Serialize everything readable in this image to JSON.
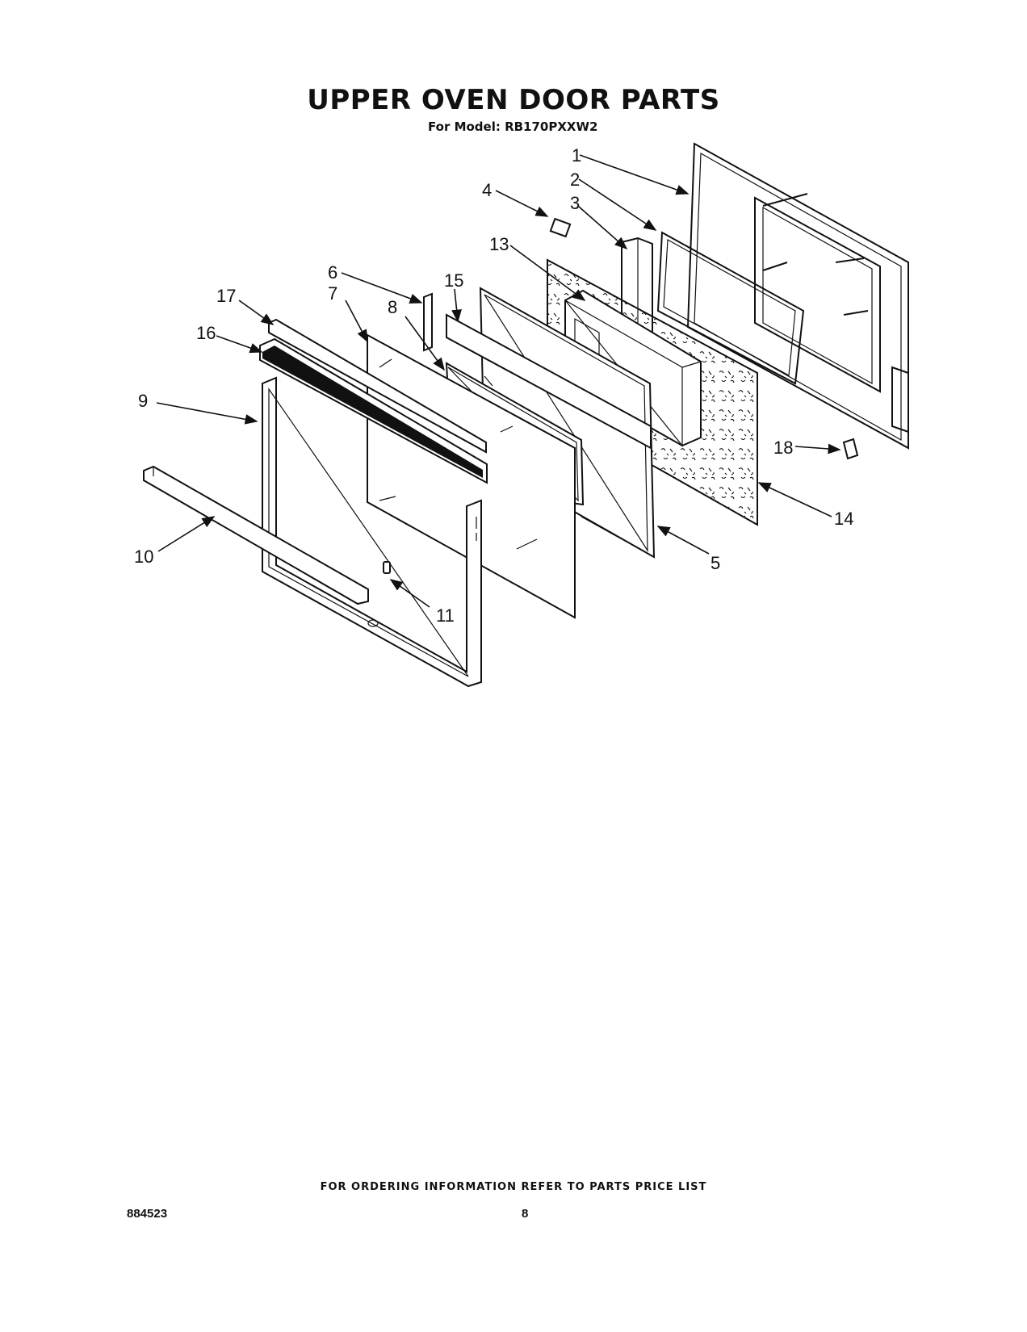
{
  "title": "UPPER OVEN DOOR PARTS",
  "subtitle": "For Model: RB170PXXW2",
  "callouts": [
    {
      "id": "1",
      "label": "1"
    },
    {
      "id": "2",
      "label": "2"
    },
    {
      "id": "3",
      "label": "3"
    },
    {
      "id": "4",
      "label": "4"
    },
    {
      "id": "5",
      "label": "5"
    },
    {
      "id": "6",
      "label": "6"
    },
    {
      "id": "7",
      "label": "7"
    },
    {
      "id": "8",
      "label": "8"
    },
    {
      "id": "9",
      "label": "9"
    },
    {
      "id": "10",
      "label": "10"
    },
    {
      "id": "11",
      "label": "11"
    },
    {
      "id": "13",
      "label": "13"
    },
    {
      "id": "14",
      "label": "14"
    },
    {
      "id": "15",
      "label": "15"
    },
    {
      "id": "16",
      "label": "16"
    },
    {
      "id": "17",
      "label": "17"
    },
    {
      "id": "18",
      "label": "18"
    }
  ],
  "footer": {
    "ordering_note": "FOR ORDERING INFORMATION REFER TO PARTS PRICE LIST",
    "doc_number": "884523",
    "page_number": "8"
  }
}
